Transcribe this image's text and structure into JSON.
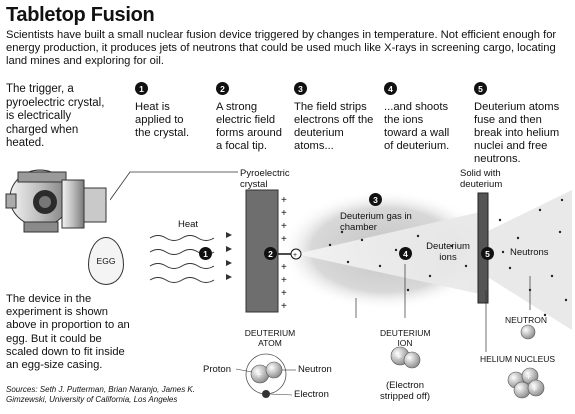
{
  "title": "Tabletop Fusion",
  "intro": "Scientists have built a small nuclear fusion device triggered by changes in temperature. Not efficient enough for energy production, it produces jets of neutrons that could be used much like X-rays in screening cargo, locating land mines and exploring for oil.",
  "trigger_text": "The trigger, a pyroelectric crystal, is electrically charged when heated.",
  "steps": [
    {
      "num": "1",
      "text": "Heat is applied to the crystal."
    },
    {
      "num": "2",
      "text": "A strong electric field forms around a focal tip."
    },
    {
      "num": "3",
      "text": "The field strips electrons off the deuterium atoms..."
    },
    {
      "num": "4",
      "text": "...and shoots the ions toward a wall of deuterium."
    },
    {
      "num": "5",
      "text": "Deuterium atoms fuse and then break into helium nuclei and free neutrons."
    }
  ],
  "egg_label": "EGG",
  "device_note": "The device in the experiment is shown above in proportion to an egg. But it could be scaled down to fit inside an egg-size casing.",
  "sources": "Sources: Seth J. Putterman, Brian Naranjo, James K. Gimzewski, University of California, Los Angeles",
  "diagram": {
    "heat": "Heat",
    "crystal_label": "Pyroelectric crystal",
    "gas_label": "Deuterium gas in chamber",
    "ions_label": "Deuterium ions",
    "solid_label": "Solid with deuterium",
    "neutrons_label": "Neutrons",
    "marker_1": "1",
    "marker_2": "2",
    "marker_3": "3",
    "marker_4": "4",
    "marker_5": "5"
  },
  "legend": {
    "atom_title": "DEUTERIUM ATOM",
    "proton": "Proton",
    "neutron": "Neutron",
    "electron": "Electron",
    "ion_title": "DEUTERIUM ION",
    "ion_note": "(Electron stripped off)",
    "neutron_title": "NEUTRON",
    "helium_title": "HELIUM NUCLEUS"
  },
  "colors": {
    "dark": "#111111",
    "gray_crystal": "#6e6e6e",
    "gas": "#cfcfcf"
  }
}
